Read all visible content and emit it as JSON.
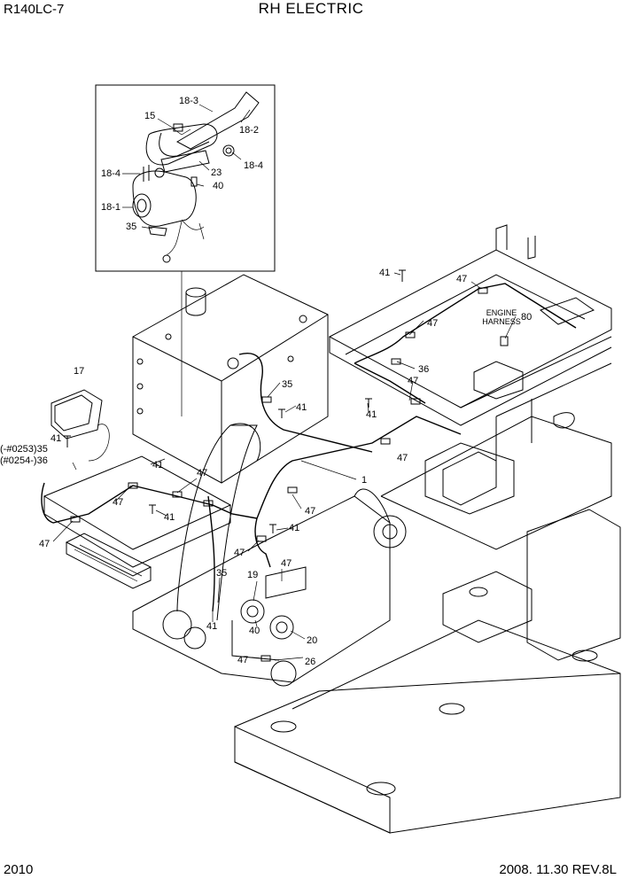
{
  "header": {
    "model": "R140LC-7",
    "title": "RH ELECTRIC"
  },
  "footer": {
    "page_number": "2010",
    "revision": "2008. 11.30  REV.8L"
  },
  "diagram": {
    "annotation": [
      "ENGINE",
      "HARNESS"
    ],
    "callouts": [
      "18-3",
      "15",
      "18-2",
      "18-4",
      "23",
      "18-4",
      "40",
      "18-1",
      "35",
      "41",
      "47",
      "47",
      "80",
      "36",
      "47",
      "35",
      "41",
      "41",
      "17",
      "41",
      "(-#0253)35",
      "(#0254-)36",
      "47",
      "41",
      "47",
      "1",
      "47",
      "47",
      "41",
      "47",
      "41",
      "47",
      "35",
      "19",
      "47",
      "41",
      "40",
      "20",
      "47",
      "26"
    ]
  }
}
